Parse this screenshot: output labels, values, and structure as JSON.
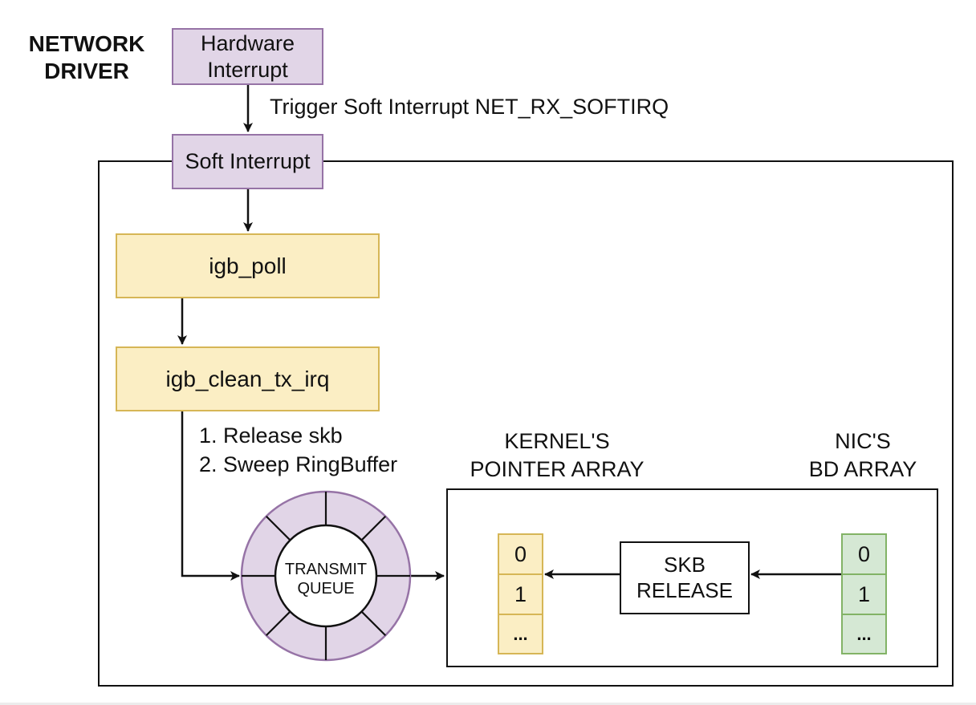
{
  "title": {
    "line1": "NETWORK",
    "line2": "DRIVER"
  },
  "nodes": {
    "hardware_interrupt": {
      "line1": "Hardware",
      "line2": "Interrupt"
    },
    "soft_interrupt": "Soft Interrupt",
    "igb_poll": "igb_poll",
    "igb_clean_tx_irq": "igb_clean_tx_irq",
    "transmit_queue": {
      "line1": "TRANSMIT",
      "line2": "QUEUE"
    },
    "skb_release": {
      "line1": "SKB",
      "line2": "RELEASE"
    }
  },
  "edge_labels": {
    "trigger": "Trigger Soft Interrupt NET_RX_SOFTIRQ",
    "steps": [
      "1. Release skb",
      "2. Sweep RingBuffer"
    ]
  },
  "arrays": {
    "kernel": {
      "title_line1": "KERNEL'S",
      "title_line2": "POINTER ARRAY",
      "cells": [
        "0",
        "1",
        "..."
      ]
    },
    "nic": {
      "title_line1": "NIC'S",
      "title_line2": "BD ARRAY",
      "cells": [
        "0",
        "1",
        "..."
      ]
    }
  },
  "ring": {
    "segments": 8
  },
  "colors": {
    "purple_fill": "#e1d5e7",
    "purple_stroke": "#9673a6",
    "yellow_fill": "#fbeec4",
    "yellow_stroke": "#d6b656",
    "green_fill": "#d5e8d4",
    "green_stroke": "#82b366"
  }
}
